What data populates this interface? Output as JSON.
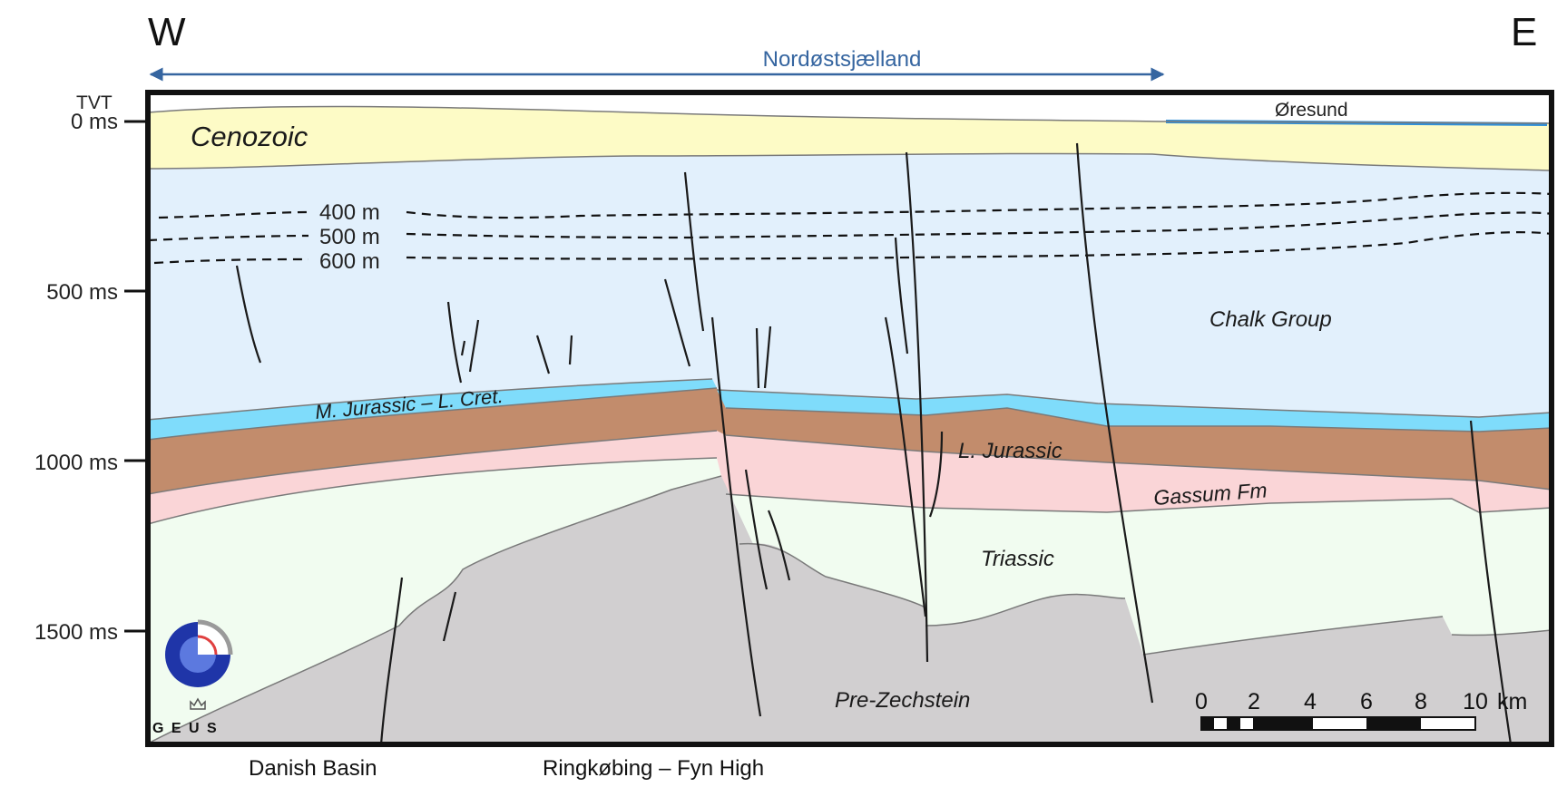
{
  "directions": {
    "west": "W",
    "east": "E"
  },
  "region": {
    "label": "Nordøstsjælland"
  },
  "axis": {
    "unit": "TVT",
    "ticks": [
      "0 ms",
      "500 ms",
      "1000 ms",
      "1500 ms"
    ]
  },
  "units": {
    "cenozoic": "Cenozoic",
    "chalk": "Chalk Group",
    "mjurassic": "M. Jurassic – L. Cret.",
    "ljurassic": "L. Jurassic",
    "gassum": "Gassum Fm",
    "triassic": "Triassic",
    "prezechstein": "Pre-Zechstein"
  },
  "colors": {
    "cenozoic": "#fdfbc6",
    "chalk": "#e2f0fc",
    "mjurassic": "#7fdcfb",
    "ljurassic": "#c28c6c",
    "gassum": "#fad5d7",
    "triassic": "#f1fcf0",
    "prezechstein": "#d1cfd0",
    "sea": "#2f8fd8",
    "arrow": "#3565a0",
    "logo_blue": "#1f35a8",
    "logo_red": "#e04040"
  },
  "depth_lines": [
    "400 m",
    "500 m",
    "600 m"
  ],
  "sea_label": "Øresund",
  "bottom_labels": {
    "danish_basin": "Danish Basin",
    "ringkobing": "Ringkøbing – Fyn High"
  },
  "scalebar": {
    "labels": [
      "0",
      "2",
      "4",
      "6",
      "8",
      "10"
    ],
    "unit": "km"
  },
  "logo": {
    "text": "G E U S",
    "icon": "crown-icon"
  }
}
